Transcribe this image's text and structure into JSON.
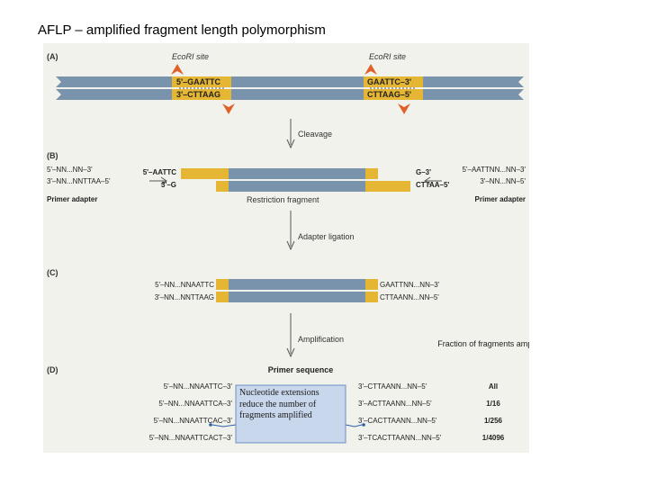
{
  "slide": {
    "title": "AFLP – amplified fragment length polymorphism"
  },
  "colors": {
    "strand": "#7a93ad",
    "sticky": "#e5b633",
    "arrow": "#e0622a",
    "highlight": "#d9481f",
    "box": "#c9d7ec",
    "boxBorder": "#6f8fc2"
  },
  "panelA": {
    "label": "(A)",
    "site1_label": "EcoRI site",
    "site2_label": "EcoRI site",
    "top_left": "5'–GAATTC",
    "bot_left": "3'–CTTAAG",
    "top_right": "GAATTC–3'",
    "bot_right": "CTTAAG–5'"
  },
  "step1": "Cleavage",
  "panelB": {
    "label": "(B)",
    "left_top": "5'–NN...NN–3'",
    "left_bot": "3'–NN...NNTTAA–5'",
    "left_caption": "Primer adapter",
    "frag_top_left": "5'–AATTC",
    "frag_bot_left": "3'–G",
    "frag_top_right": "G–3'",
    "frag_bot_right": "CTTAA–5'",
    "frag_caption": "Restriction fragment",
    "right_top": "5'–AATTNN...NN–3'",
    "right_bot": "3'–NN...NN–5'",
    "right_caption": "Primer adapter"
  },
  "step2": "Adapter ligation",
  "panelC": {
    "label": "(C)",
    "left_top": "5'–NN...NNAATTC",
    "left_bot": "3'–NN...NNTTAAG",
    "right_top": "GAATTNN...NN–3'",
    "right_bot": "CTTAANN...NN–5'"
  },
  "step3": "Amplification",
  "panelD": {
    "label": "(D)",
    "heading_primer": "Primer sequence",
    "heading_fraction": "Fraction of fragments amplified",
    "left_rows": [
      "5'–NN...NNAATTC–3'",
      "5'–NN...NNAATTCA–3'",
      "5'–NN...NNAATTCAC–3'",
      "5'–NN...NNAATTCACT–3'"
    ],
    "right_rows": [
      "3'–CTTAANN...NN–5'",
      "3'–ACTTAANN...NN–5'",
      "3'–CACTTAANN...NN–5'",
      "3'–TCACTTAANN...NN–5'"
    ],
    "fractions": [
      "All",
      "1/16",
      "1/256",
      "1/4096"
    ],
    "note": "Nucleotide extensions reduce the number of fragments amplified"
  }
}
